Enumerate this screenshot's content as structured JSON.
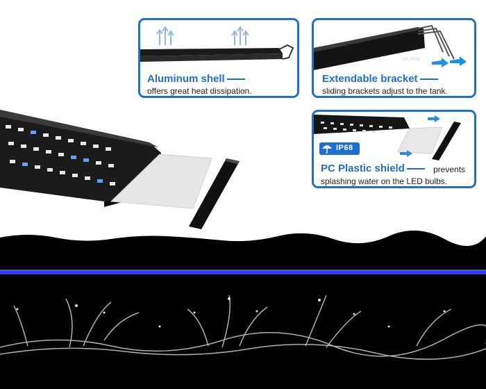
{
  "features": [
    {
      "title": "Aluminum shell",
      "description": "offers great heat dissipation."
    },
    {
      "title": "Extendable bracket",
      "description": "sliding brackets adjust to the tank."
    },
    {
      "title": "PC Plastic shield",
      "description_inline": "prevents",
      "description_line2": "splashing water on the LED bulbs.",
      "badge": "IP68"
    }
  ],
  "brand_logo_text": "NICREW",
  "colors": {
    "accent": "#1f6fd0",
    "fixture": "#111111",
    "led_blue": "#2a3cff",
    "water": "#000000"
  },
  "icons": [
    "heat-arrows-icon",
    "slide-arrow-icon",
    "umbrella-icon"
  ]
}
